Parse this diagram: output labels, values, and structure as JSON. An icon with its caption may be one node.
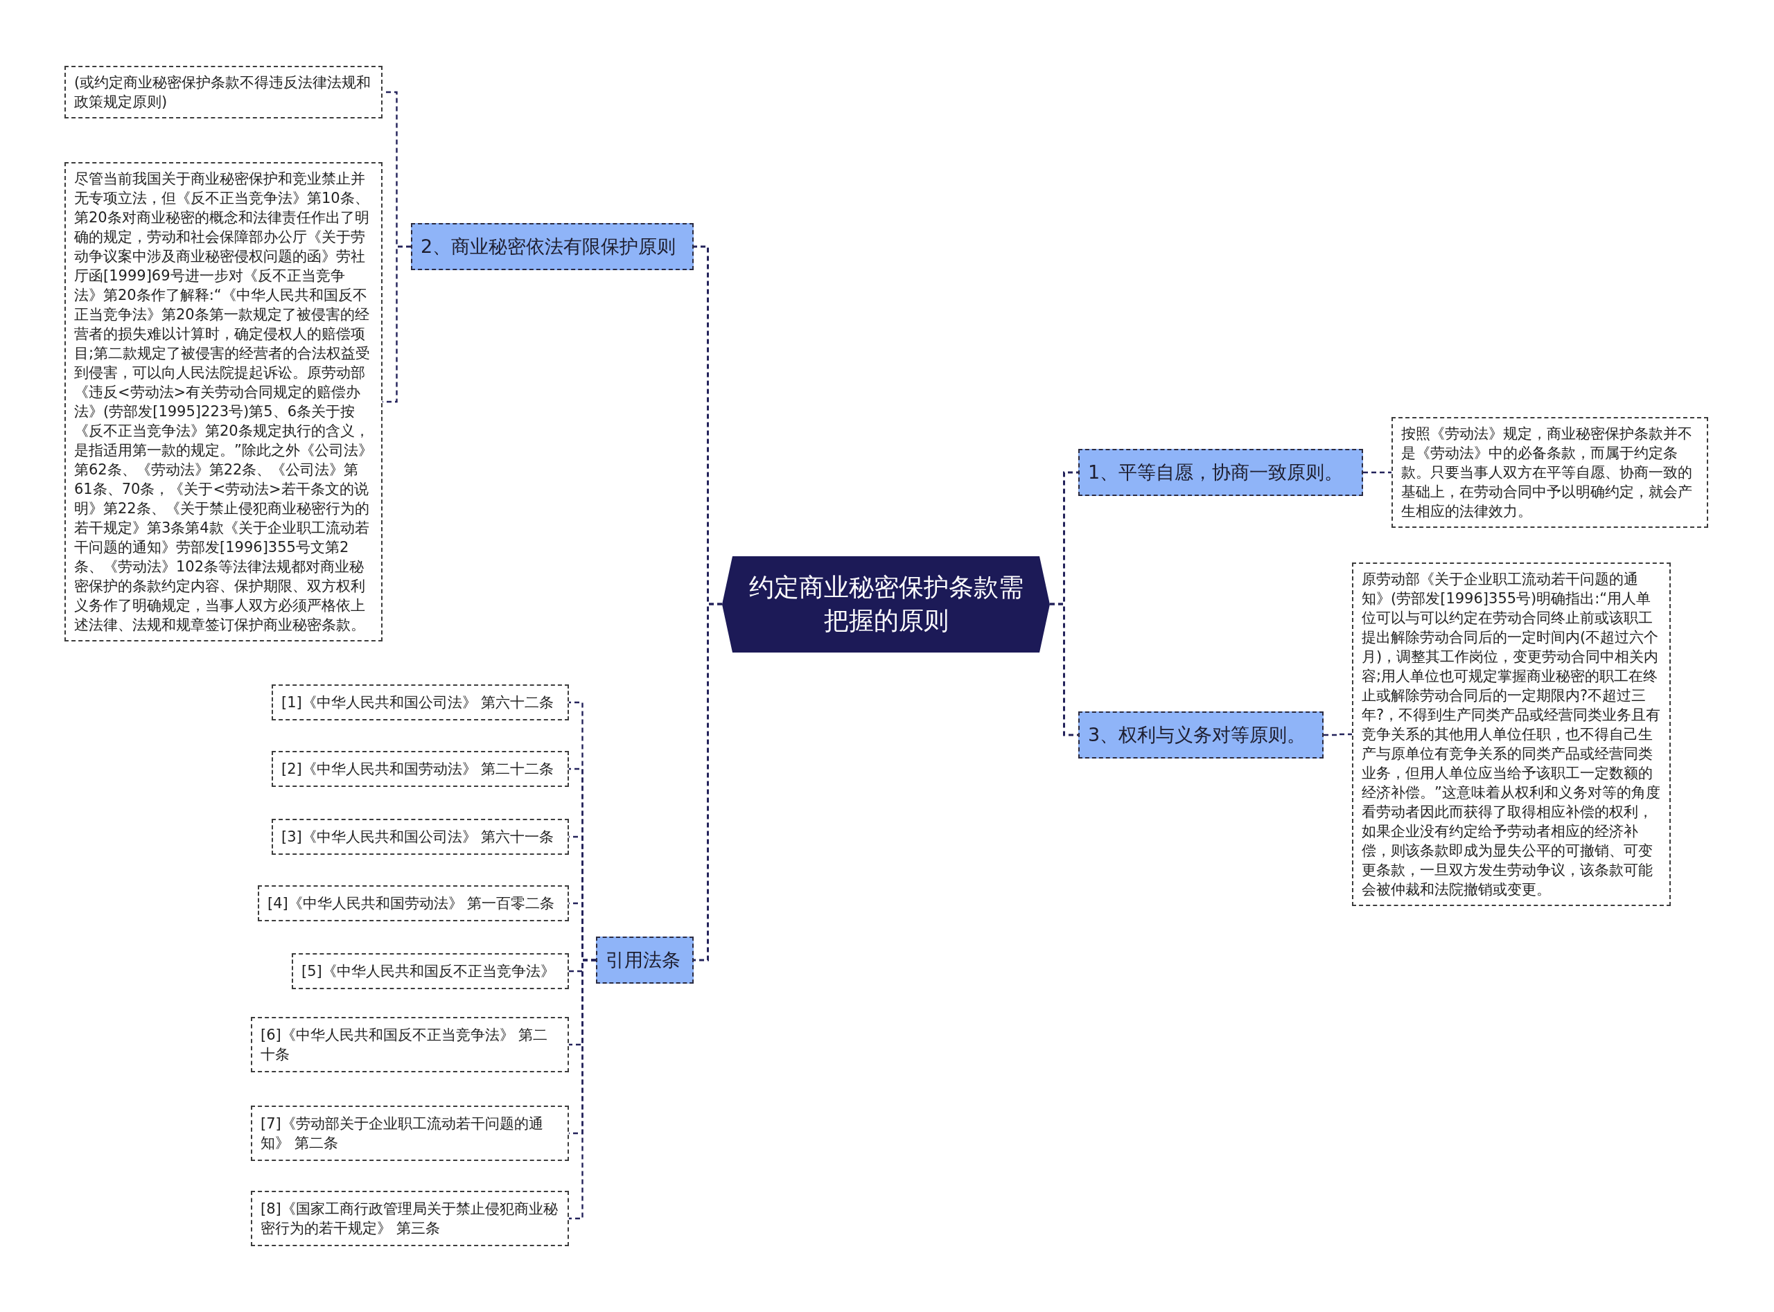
{
  "diagram": {
    "nodes": [
      {
        "text": [
          "约定商业秘密保护条款需把握的原则"
        ]
      },
      {
        "text": [
          "2、商业秘密依法有限保护原则"
        ]
      },
      {
        "text": [
          "(或约定商业秘密保护条款不得违反法律法规和政策规定原则)"
        ]
      },
      {
        "text": [
          "尽管当前我国关于商业秘密保护和竞业禁止并无专项立法，但《反不正当竞争法》第10条、第20条对商业秘密的概念和法律责任作出了明确的规定，劳动和社会保障部办公厅《关于劳动争议案中涉及商业秘密侵权问题的函》劳社厅函[1999]69号进一步对《反不正当竞争法》第20条作了解释:“《中华人民共和国反不正当竞争法》第20条第一款规定了被侵害的经营者的损失难以计算时，确定侵权人的赔偿项目;第二款规定了被侵害的经营者的合法权益受到侵害，可以向人民法院提起诉讼。原劳动部《违反<劳动法>有关劳动合同规定的赔偿办法》(劳部发[1995]223号)第5、6条关于按《反不正当竞争法》第20条规定执行的含义，是指适用第一款的规定。”除此之外《公司法》第62条、《劳动法》第22条、《公司法》第61条、70条，《关于<劳动法>若干条文的说明》第22条、《关于禁止侵犯商业秘密行为的若干规定》第3条第4款《关于企业职工流动若干问题的通知》劳部发[1996]355号文第2条、《劳动法》102条等法律法规都对商业秘密保护的条款约定内容、保护期限、双方权利义务作了明确规定，当事人双方必须严格依上述法律、法规和规章签订保护商业秘密条款。"
        ]
      },
      {
        "text": [
          "1、平等自愿，协商一致原则。"
        ]
      },
      {
        "text": [
          "按照《劳动法》规定，商业秘密保护条款并不是《劳动法》中的必备条款，而属于约定条款。只要当事人双方在平等自愿、协商一致的基础上，在劳动合同中予以明确约定，就会产生相应的法律效力。"
        ]
      },
      {
        "text": [
          "3、权利与义务对等原则。"
        ]
      },
      {
        "text": [
          "原劳动部《关于企业职工流动若干问题的通知》(劳部发[1996]355号)明确指出:“用人单位可以与可以约定在劳动合同终止前或该职工提出解除劳动合同后的一定时间内(不超过六个月)，调整其工作岗位，变更劳动合同中相关内容;用人单位也可规定掌握商业秘密的职工在终止或解除劳动合同后的一定期限内?不超过三年?，不得到生产同类产品或经营同类业务且有竞争关系的其他用人单位任职，也不得自己生产与原单位有竞争关系的同类产品或经营同类业务，但用人单位应当给予该职工一定数额的经济补偿。”这意味着从权利和义务对等的角度看劳动者因此而获得了取得相应补偿的权利，如果企业没有约定给予劳动者相应的经济补偿，则该条款即成为显失公平的可撤销、可变更条款，一旦双方发生劳动争议，该条款可能会被仲裁和法院撤销或变更。"
        ]
      },
      {
        "text": [
          "引用法条"
        ]
      },
      {
        "text": [
          "[1]《中华人民共和国公司法》 第六十二条"
        ]
      },
      {
        "text": [
          "[2]《中华人民共和国劳动法》 第二十二条"
        ]
      },
      {
        "text": [
          "[3]《中华人民共和国公司法》 第六十一条"
        ]
      },
      {
        "text": [
          "[4]《中华人民共和国劳动法》 第一百零二条"
        ]
      },
      {
        "text": [
          "[5]《中华人民共和国反不正当竞争法》"
        ]
      },
      {
        "text": [
          "[6]《中华人民共和国反不正当竞争法》 第二十条"
        ]
      },
      {
        "text": [
          "[7]《劳动部关于企业职工流动若干问题的通知》 第二条"
        ]
      },
      {
        "text": [
          "[8]《国家工商行政管理局关于禁止侵犯商业秘密行为的若干规定》 第三条"
        ]
      }
    ],
    "edges": [
      {
        "from": 0,
        "to": 1,
        "arrow": "none"
      },
      {
        "from": 1,
        "to": 2,
        "arrow": "none"
      },
      {
        "from": 1,
        "to": 3,
        "arrow": "none"
      },
      {
        "from": 0,
        "to": 4,
        "arrow": "none"
      },
      {
        "from": 4,
        "to": 5,
        "arrow": "none"
      },
      {
        "from": 0,
        "to": 6,
        "arrow": "none"
      },
      {
        "from": 6,
        "to": 7,
        "arrow": "none"
      },
      {
        "from": 0,
        "to": 8,
        "arrow": "none"
      },
      {
        "from": 8,
        "to": 9,
        "arrow": "none"
      },
      {
        "from": 8,
        "to": 10,
        "arrow": "none"
      },
      {
        "from": 8,
        "to": 11,
        "arrow": "none"
      },
      {
        "from": 8,
        "to": 12,
        "arrow": "none"
      },
      {
        "from": 8,
        "to": 13,
        "arrow": "none"
      },
      {
        "from": 8,
        "to": 14,
        "arrow": "none"
      },
      {
        "from": 8,
        "to": 15,
        "arrow": "none"
      },
      {
        "from": 8,
        "to": 16,
        "arrow": "none"
      }
    ]
  }
}
